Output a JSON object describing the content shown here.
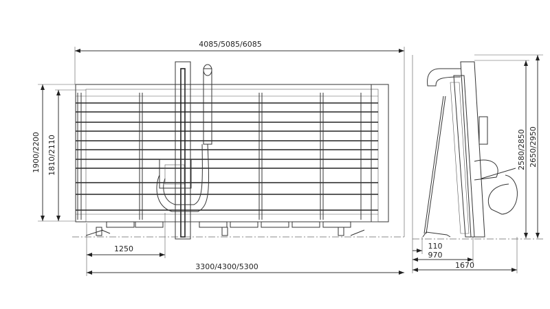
{
  "front_view": {
    "overall_length": "4085/5085/6085",
    "height_1": "1900/2200",
    "height_2": "1810/2110",
    "offset": "1250",
    "frame_length": "3300/4300/5300"
  },
  "side_view": {
    "height_1": "2580/2850",
    "height_2": "2650/2950",
    "depth_1": "110",
    "depth_2": "970",
    "depth_3": "1670"
  }
}
